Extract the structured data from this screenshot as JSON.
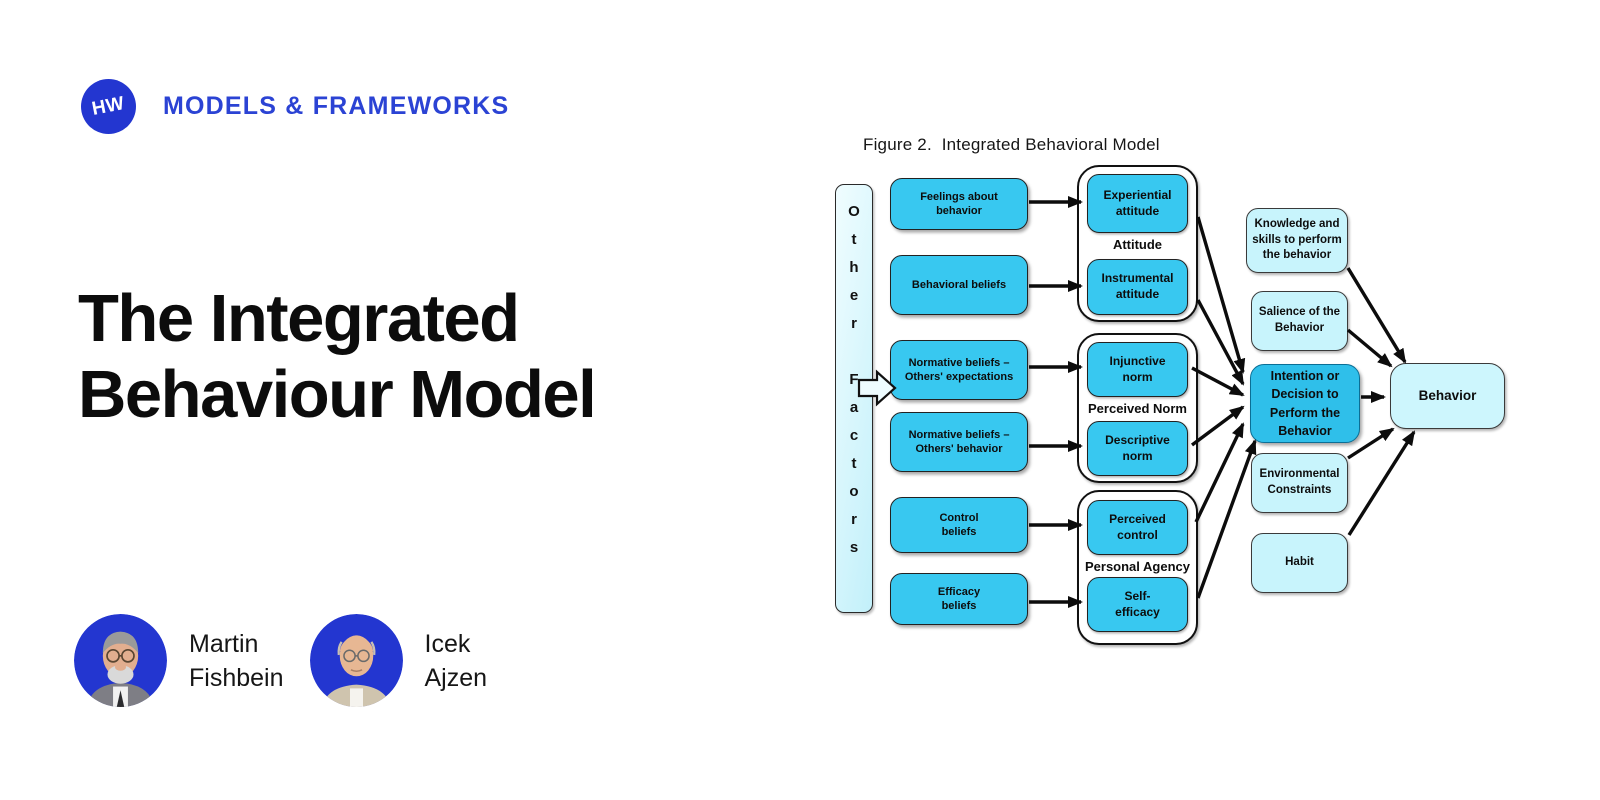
{
  "brand": {
    "logo_text": "HW",
    "label": "MODELS & FRAMEWORKS",
    "accent_color": "#2b43d4"
  },
  "title": {
    "line1": "The Integrated",
    "line2": "Behaviour Model"
  },
  "authors": [
    {
      "first": "Martin",
      "last": "Fishbein"
    },
    {
      "first": "Icek",
      "last": "Ajzen"
    }
  ],
  "diagram": {
    "figure_title": "Figure 2.  Integrated Behavioral Model",
    "other_factors_label": "Other Factors",
    "left_boxes": [
      "Feelings about\nbehavior",
      "Behavioral beliefs",
      "Normative beliefs –\nOthers' expectations",
      "Normative beliefs –\nOthers' behavior",
      "Control\nbeliefs",
      "Efficacy\nbeliefs"
    ],
    "groups": [
      {
        "label": "Attitude",
        "top": "Experiential\nattitude",
        "bottom": "Instrumental\nattitude"
      },
      {
        "label": "Perceived Norm",
        "top": "Injunctive\nnorm",
        "bottom": "Descriptive\nnorm"
      },
      {
        "label": "Personal Agency",
        "top": "Perceived\ncontrol",
        "bottom": "Self-\nefficacy"
      }
    ],
    "right_boxes": {
      "knowledge": "Knowledge and\nskills to perform\nthe behavior",
      "salience": "Salience of the\nBehavior",
      "intention": "Intention or\nDecision to\nPerform the\nBehavior",
      "environmental": "Environmental\nConstraints",
      "habit": "Habit",
      "behavior": "Behavior"
    },
    "colors": {
      "bright_cyan": "#38c8f0",
      "intention_cyan": "#2fbfea",
      "light_cyan": "#c8f4fc",
      "panel_cyan": "#dcf9fe"
    }
  }
}
